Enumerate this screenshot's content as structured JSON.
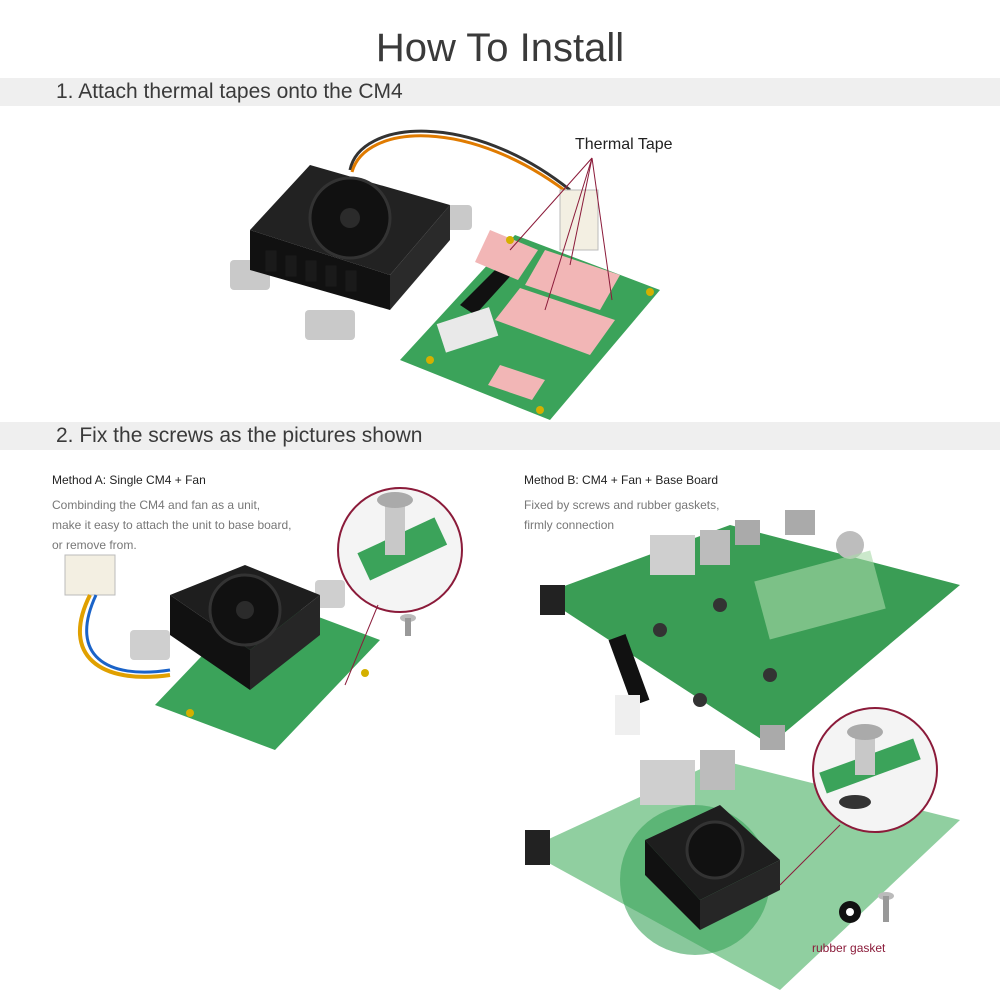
{
  "page": {
    "title": "How To Install",
    "step1": "1. Attach thermal tapes onto the CM4",
    "step2": "2. Fix the screws as the pictures shown"
  },
  "callouts": {
    "thermal_tape": "Thermal Tape",
    "rubber_gasket": "rubber gasket"
  },
  "method_a": {
    "label": "Method A: Single CM4 + Fan",
    "desc": [
      "Combinding the CM4 and fan as a unit,",
      "make it easy to attach the unit to base board,",
      "or remove from."
    ]
  },
  "method_b": {
    "label": "Method B: CM4 + Fan + Base Board",
    "desc": [
      "Fixed by screws and rubber gaskets,",
      "firmly connection"
    ]
  },
  "colors": {
    "pcb": "#3ba35a",
    "thermal": "#f2b6b6",
    "accent": "#8b1b3a",
    "fan": "#1c1c1c"
  }
}
